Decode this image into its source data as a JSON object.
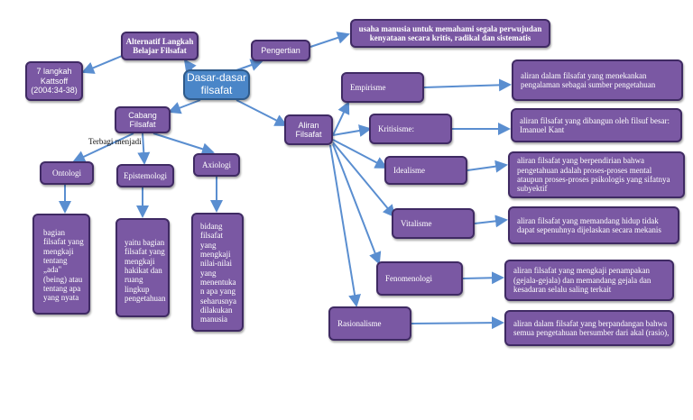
{
  "colors": {
    "node_fill": "#7a58a3",
    "node_border": "#3f2a63",
    "center_fill": "#4a86c8",
    "connector": "#5a8ed0"
  },
  "nodes": {
    "center": "Dasar-dasar\nfilsafat",
    "alternatif": "Alternatif Langkah\nBelajar Filsafat",
    "tujuh_langkah": "7 langkah\nKattsoff\n(2004:34-38)",
    "pengertian": "Pengertian",
    "pengertian_def": "usaha manusia untuk memahami segala perwujudan\nkenyataan secara kritis, radikal dan sistematis",
    "cabang": "Cabang\nFilsafat",
    "terbagi": "Terbagi menjadi",
    "ontologi": "Ontologi",
    "epistemologi": "Epistemologi",
    "axiologi": "Axiologi",
    "ontologi_def": "bagian\nfilsafat yang\nmengkaji\ntentang\n„ada\"\n(being) atau\ntentang apa\nyang nyata",
    "epistemologi_def": "yaitu bagian\nfilsafat yang\nmengkaji\nhakikat dan\nruang\nlingkup\npengetahuan",
    "axiologi_def": "bidang\nfilsafat\nyang\nmengkaji\nnilai-nilai\nyang\nmenentuka\nn apa yang\nseharusnya\ndilakukan\nmanusia",
    "aliran": "Aliran\nFilsafat",
    "empirisme": "Empirisme",
    "empirisme_def": "aliran dalam filsafat yang menekankan\npengalaman sebagai sumber pengetahuan",
    "kritisisme": "Kritisisme:",
    "kritisisme_def": "aliran filsafat yang dibangun oleh filsuf besar:\nImanuel Kant",
    "idealisme": "Idealisme",
    "idealisme_def": "aliran filsafat yang berpendirian bahwa\npengetahuan adalah proses-proses mental\nataupun proses-proses psikologis yang sifatnya\nsubyektif",
    "vitalisme": "Vitalisme",
    "vitalisme_def": "aliran filsafat yang memandang hidup tidak\ndapat sepenuhnya dijelaskan secara mekanis",
    "fenomenologi": "Fenomenologi",
    "fenomenologi_def": "aliran filsafat yang mengkaji penampakan\n(gejala-gejala) dan memandang gejala dan\nkesadaran selalu saling terkait",
    "rasionalisme": "Rasionalisme",
    "rasionalisme_def": "aliran dalam filsafat yang berpandangan bahwa\nsemua pengetahuan bersumber dari akal (rasio),"
  }
}
